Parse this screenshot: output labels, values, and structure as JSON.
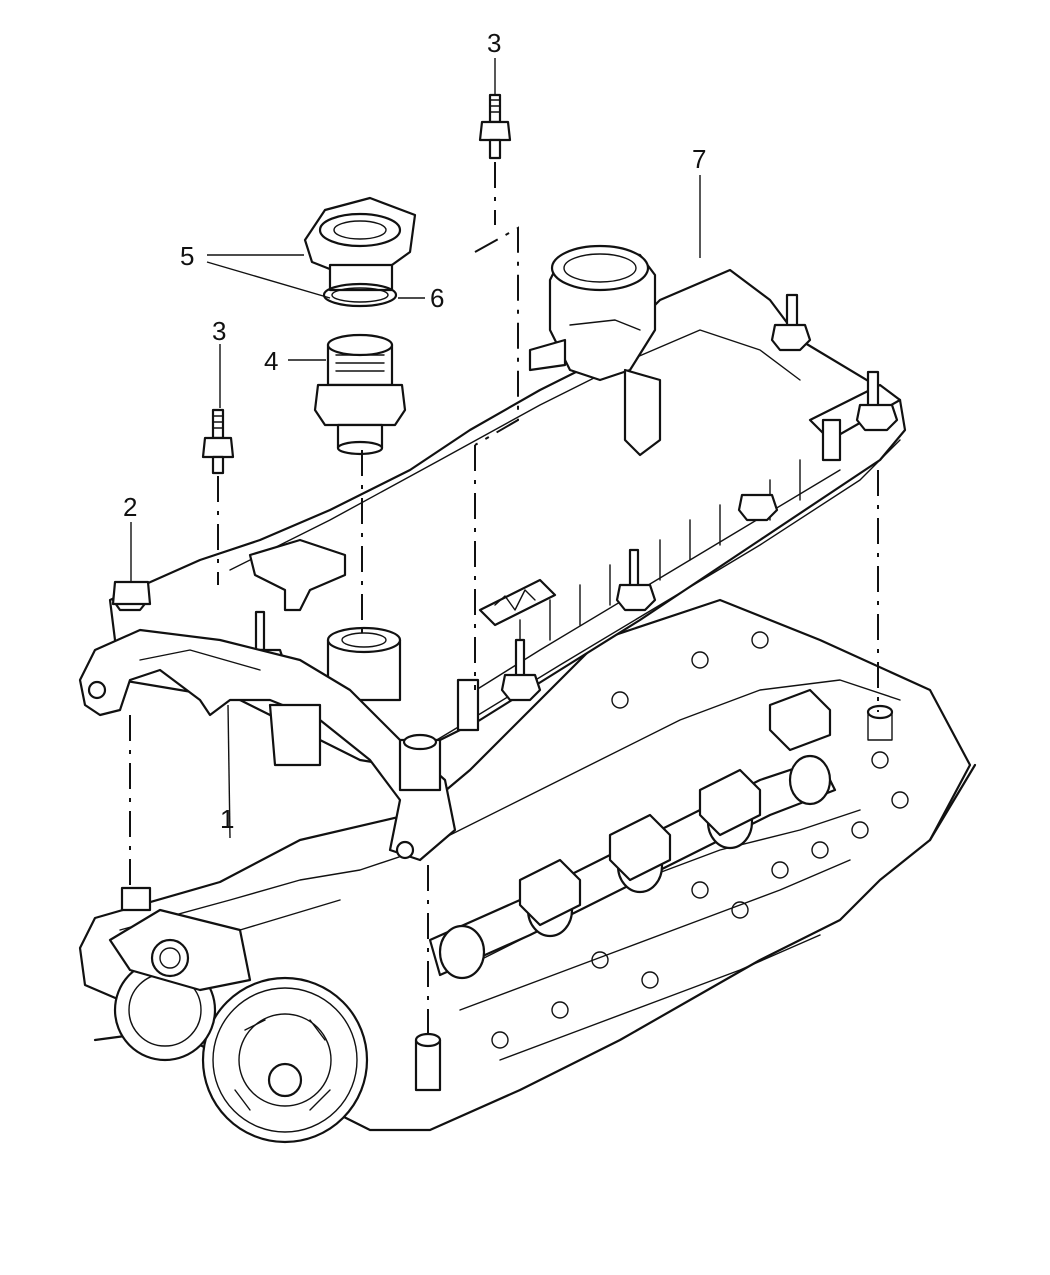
{
  "callouts": {
    "c1": "1",
    "c2": "2",
    "c3a": "3",
    "c3b": "3",
    "c4": "4",
    "c5": "5",
    "c6": "6",
    "c7": "7"
  }
}
